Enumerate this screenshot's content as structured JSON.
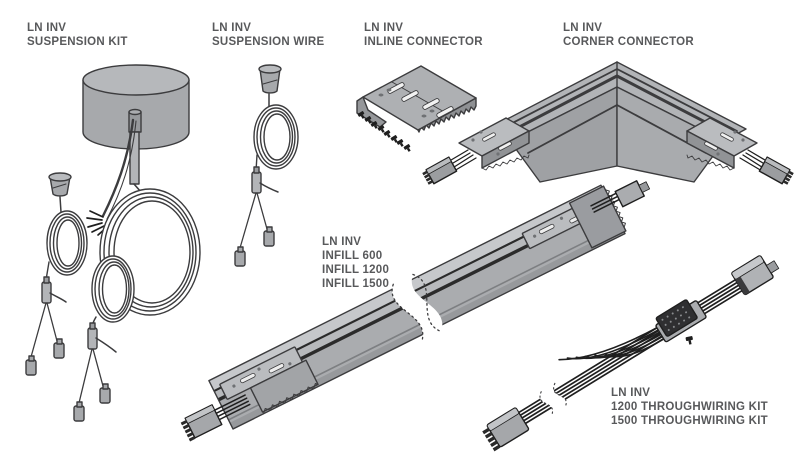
{
  "page": {
    "background_color": "#ffffff"
  },
  "colors": {
    "label_text": "#58595b",
    "outline": "#3c3c3e",
    "metal_light": "#c6c8cb",
    "metal_mid": "#aaacaf",
    "metal_dark": "#97999c",
    "cable": "#1f1f1f"
  },
  "products": [
    {
      "id": "suspension-kit",
      "label_lines": [
        "LN INV",
        "SUSPENSION KIT"
      ]
    },
    {
      "id": "suspension-wire",
      "label_lines": [
        "LN INV",
        "SUSPENSION WIRE"
      ]
    },
    {
      "id": "inline-connector",
      "label_lines": [
        "LN INV",
        "INLINE CONNECTOR"
      ]
    },
    {
      "id": "corner-connector",
      "label_lines": [
        "LN INV",
        "CORNER CONNECTOR"
      ]
    },
    {
      "id": "infill",
      "label_lines": [
        "LN INV",
        "INFILL 600",
        "INFILL 1200",
        "INFILL 1500"
      ]
    },
    {
      "id": "throughwiring-kit",
      "label_lines": [
        "LN INV",
        "1200 THROUGHWIRING KIT",
        "1500 THROUGHWIRING KIT"
      ]
    }
  ]
}
